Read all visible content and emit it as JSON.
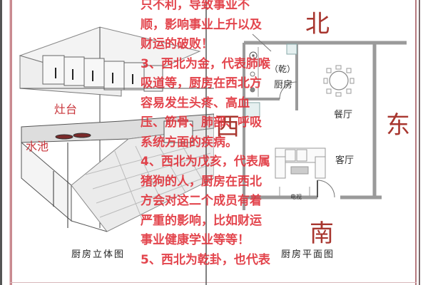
{
  "left_panel": {
    "caption": "厨房立体图",
    "labels": {
      "stove": "灶台",
      "sink": "水池"
    }
  },
  "advice_text": {
    "lines": [
      "只不利，导致事业不",
      "顺，影响事业上升以及",
      "财运的破败！",
      "3、西北为金，代表肺喉",
      "吸道等，厨房在西北方",
      "容易发生头疼、高血",
      "压、筋骨、肺部、呼吸",
      "系统方面的疾病。",
      "4、西北为戊亥，代表属",
      "猪狗的人，厨房在西北",
      "方会对这二个成员有着",
      "严重的影响，比如财运",
      "事业健康学业等等！",
      "5、西北为乾卦，也代表"
    ],
    "color": "#e0313a"
  },
  "floor_plan": {
    "caption": "厨房平面图",
    "directions": {
      "north": "北",
      "south": "南",
      "east": "东",
      "west": "西"
    },
    "rooms": {
      "kitchen_trigram": "（乾）",
      "kitchen": "厨房",
      "dining": "餐厅",
      "living": "客厅",
      "tv": "电视"
    },
    "direction_color": "#a8362f"
  }
}
